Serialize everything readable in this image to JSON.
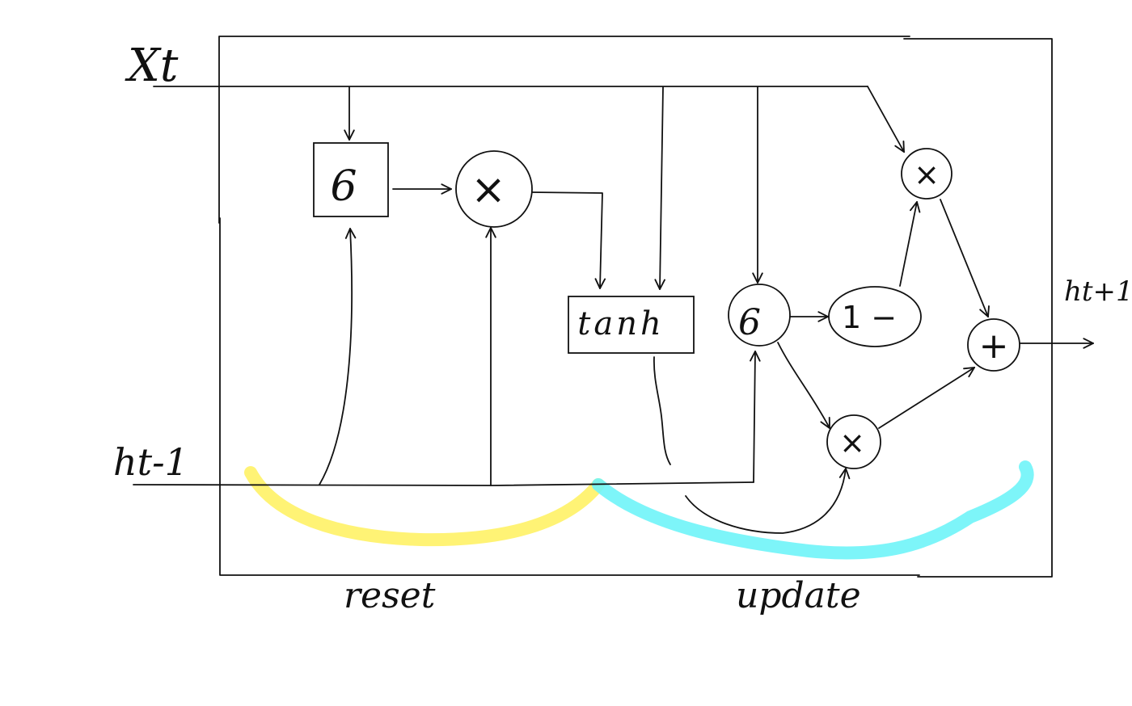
{
  "labels": {
    "input_x": "Xt",
    "hidden_prev": "ht-1",
    "hidden_next": "ht+1",
    "reset": "reset",
    "update": "update"
  },
  "nodes": {
    "sigma_reset": "6",
    "mul_reset": "×",
    "tanh": "tanh",
    "sigma_update": "6",
    "one_minus": "1 −",
    "mul_top": "×",
    "mul_bottom": "×",
    "plus": "+"
  },
  "colors": {
    "reset_highlight": "#FFF266",
    "update_highlight": "#6FF4F8",
    "reset_text": "#F0A030",
    "update_text": "#2A8CE8",
    "ink": "#111111"
  }
}
